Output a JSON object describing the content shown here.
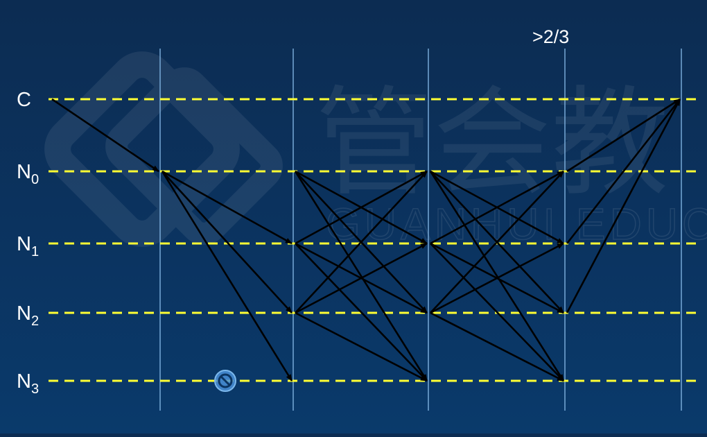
{
  "annotation": ">2/3",
  "watermark": {
    "main": "管会教",
    "sub": "GUANHUI EDUCA"
  },
  "nodes": [
    {
      "id": "C",
      "base": "C",
      "sub": ""
    },
    {
      "id": "N0",
      "base": "N",
      "sub": "0"
    },
    {
      "id": "N1",
      "base": "N",
      "sub": "1"
    },
    {
      "id": "N2",
      "base": "N",
      "sub": "2"
    },
    {
      "id": "N3",
      "base": "N",
      "sub": "3"
    }
  ],
  "faulty_node": "N3",
  "phases": 5,
  "messages": [
    {
      "from": "C",
      "to": "N0",
      "phase": 1
    },
    {
      "from": "N0",
      "to": "N1",
      "phase": 2
    },
    {
      "from": "N0",
      "to": "N2",
      "phase": 2
    },
    {
      "from": "N0",
      "to": "N3",
      "phase": 2
    },
    {
      "from": "N0",
      "to": "N1",
      "phase": 3
    },
    {
      "from": "N0",
      "to": "N2",
      "phase": 3
    },
    {
      "from": "N0",
      "to": "N3",
      "phase": 3
    },
    {
      "from": "N1",
      "to": "N0",
      "phase": 3
    },
    {
      "from": "N1",
      "to": "N2",
      "phase": 3
    },
    {
      "from": "N1",
      "to": "N3",
      "phase": 3
    },
    {
      "from": "N2",
      "to": "N0",
      "phase": 3
    },
    {
      "from": "N2",
      "to": "N1",
      "phase": 3
    },
    {
      "from": "N2",
      "to": "N3",
      "phase": 3
    },
    {
      "from": "N0",
      "to": "N1",
      "phase": 4
    },
    {
      "from": "N0",
      "to": "N2",
      "phase": 4
    },
    {
      "from": "N0",
      "to": "N3",
      "phase": 4
    },
    {
      "from": "N1",
      "to": "N0",
      "phase": 4
    },
    {
      "from": "N1",
      "to": "N2",
      "phase": 4
    },
    {
      "from": "N1",
      "to": "N3",
      "phase": 4
    },
    {
      "from": "N2",
      "to": "N0",
      "phase": 4
    },
    {
      "from": "N2",
      "to": "N1",
      "phase": 4
    },
    {
      "from": "N2",
      "to": "N3",
      "phase": 4
    },
    {
      "from": "N0",
      "to": "C",
      "phase": 5
    },
    {
      "from": "N1",
      "to": "C",
      "phase": 5
    },
    {
      "from": "N2",
      "to": "C",
      "phase": 5
    }
  ],
  "colors": {
    "background": "#0b3461",
    "timeline": "#ffff33",
    "phase_divider": "#7fb2e0",
    "arrow": "#000000",
    "label": "#ffffff",
    "faulty_marker": "#4a90d9"
  }
}
